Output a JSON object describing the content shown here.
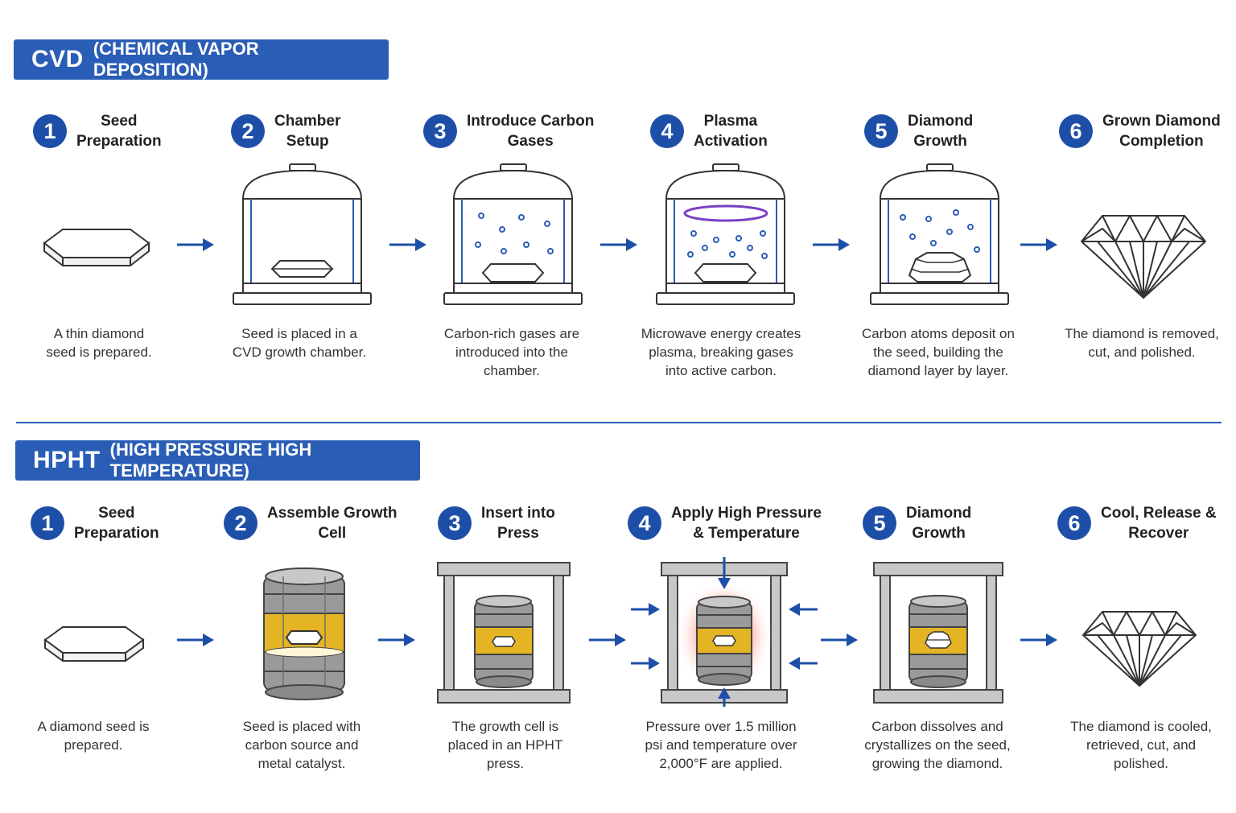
{
  "sections": {
    "cvd": {
      "abbr": "CVD",
      "full": "(CHEMICAL VAPOR DEPOSITION)",
      "steps": [
        {
          "num": "1",
          "title_lines": [
            "Seed",
            "Preparation"
          ],
          "desc_lines": [
            "A thin diamond",
            "seed is prepared."
          ]
        },
        {
          "num": "2",
          "title_lines": [
            "Chamber",
            "Setup"
          ],
          "desc_lines": [
            "Seed is placed in a",
            "CVD growth chamber."
          ]
        },
        {
          "num": "3",
          "title_lines": [
            "Introduce Carbon",
            "Gases"
          ],
          "desc_lines": [
            "Carbon-rich gases are",
            "introduced into the",
            "chamber."
          ]
        },
        {
          "num": "4",
          "title_lines": [
            "Plasma",
            "Activation"
          ],
          "desc_lines": [
            "Microwave energy creates",
            "plasma, breaking gases",
            "into active carbon."
          ]
        },
        {
          "num": "5",
          "title_lines": [
            "Diamond",
            "Growth"
          ],
          "desc_lines": [
            "Carbon atoms deposit on",
            "the seed, building the",
            "diamond layer by layer."
          ]
        },
        {
          "num": "6",
          "title_lines": [
            "Grown Diamond",
            "Completion"
          ],
          "desc_lines": [
            "The diamond is removed,",
            "cut, and polished."
          ]
        }
      ]
    },
    "hpht": {
      "abbr": "HPHT",
      "full": "(HIGH PRESSURE HIGH TEMPERATURE)",
      "steps": [
        {
          "num": "1",
          "title_lines": [
            "Seed",
            "Preparation"
          ],
          "desc_lines": [
            "A diamond seed is",
            "prepared."
          ]
        },
        {
          "num": "2",
          "title_lines": [
            "Assemble Growth",
            "Cell"
          ],
          "desc_lines": [
            "Seed is placed with",
            "carbon source and",
            "metal catalyst."
          ]
        },
        {
          "num": "3",
          "title_lines": [
            "Insert into",
            "Press"
          ],
          "desc_lines": [
            "The growth cell is",
            "placed in an HPHT",
            "press."
          ]
        },
        {
          "num": "4",
          "title_lines": [
            "Apply High Pressure",
            "& Temperature"
          ],
          "desc_lines": [
            "Pressure over 1.5 million",
            "psi and temperature over",
            "2,000°F are applied."
          ]
        },
        {
          "num": "5",
          "title_lines": [
            "Diamond",
            "Growth"
          ],
          "desc_lines": [
            "Carbon dissolves and",
            "crystallizes on the seed,",
            "growing the diamond."
          ]
        },
        {
          "num": "6",
          "title_lines": [
            "Cool, Release &",
            "Recover"
          ],
          "desc_lines": [
            "The diamond is cooled,",
            "retrieved, cut, and",
            "polished."
          ]
        }
      ]
    }
  },
  "colors": {
    "banner": "#2a5db5",
    "number_badge": "#1e4fa8",
    "arrow": "#1e4fa8",
    "plasma_ring": "#7b3fc4",
    "gas_dot": "#2a5db5",
    "catalyst_band": "#e4b425",
    "heat_glow": "#ff5a4a"
  }
}
